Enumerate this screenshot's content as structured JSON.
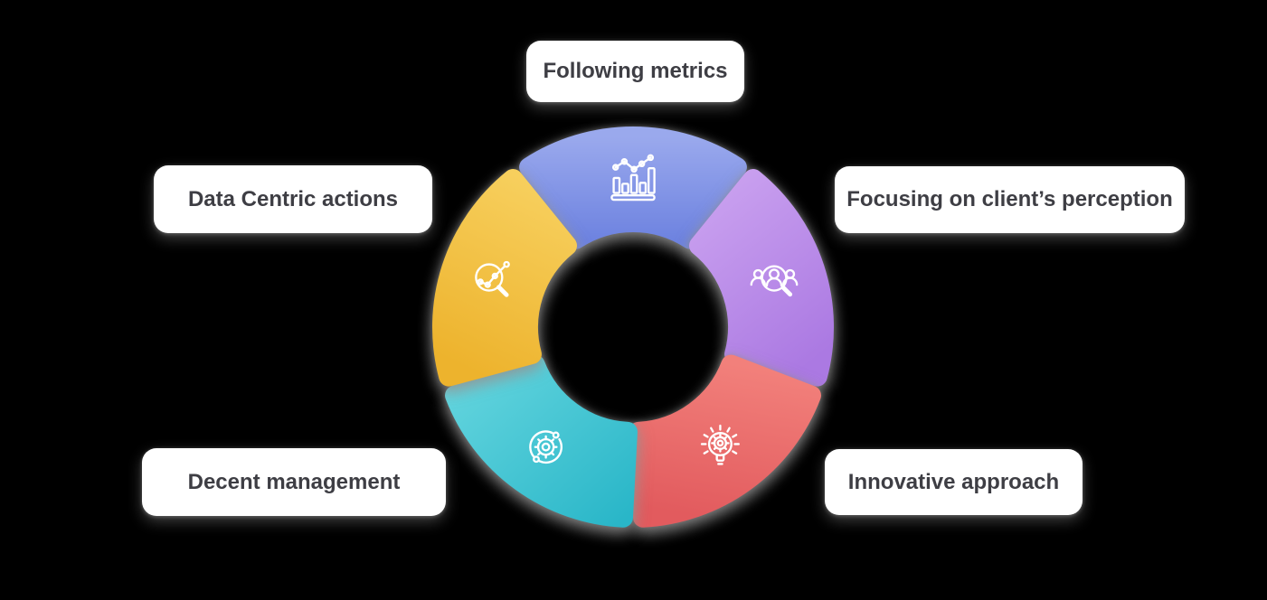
{
  "background_color": "#000000",
  "wheel": {
    "icon_color": "#FFFFFF",
    "segments": [
      {
        "name": "following-metrics",
        "label": "Following metrics",
        "icon": "bar-line-chart-icon",
        "angle": 0,
        "color_light": "#9AA9ED",
        "color_dark": "#6E83E0"
      },
      {
        "name": "clients-perception",
        "label": "Focusing on client’s perception",
        "icon": "people-search-icon",
        "angle": 72,
        "color_light": "#C9A0EF",
        "color_dark": "#AB79E2"
      },
      {
        "name": "innovative-approach",
        "label": "Innovative approach",
        "icon": "lightbulb-gear-icon",
        "angle": 144,
        "color_light": "#F2807B",
        "color_dark": "#E25B5E"
      },
      {
        "name": "decent-management",
        "label": "Decent management",
        "icon": "gear-refresh-icon",
        "angle": 216,
        "color_light": "#66D6DF",
        "color_dark": "#29B6C8"
      },
      {
        "name": "data-centric-actions",
        "label": "Data Centric actions",
        "icon": "magnifier-analytics-icon",
        "angle": 288,
        "color_light": "#F7CF5D",
        "color_dark": "#EDB32D"
      }
    ]
  }
}
